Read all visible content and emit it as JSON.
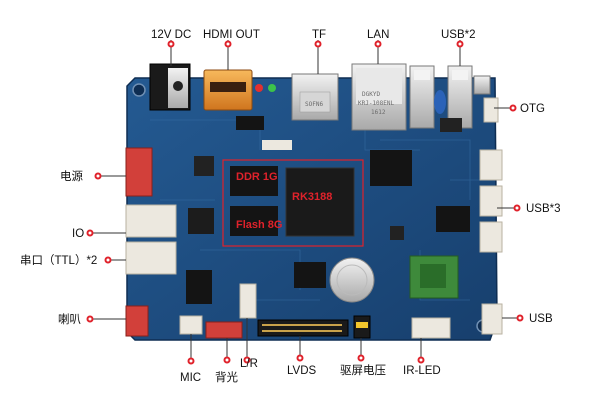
{
  "labels": {
    "dc": "12V DC",
    "hdmi": "HDMI OUT",
    "tf": "TF",
    "lan": "LAN",
    "usb2": "USB*2",
    "otg": "OTG",
    "power": "电源",
    "usb3": "USB*3",
    "io": "IO",
    "serial": "串口（TTL）*2",
    "speaker": "喇叭",
    "usb": "USB",
    "mic": "MIC",
    "backlight": "背光",
    "lr": "L/R",
    "lvds": "LVDS",
    "screen_voltage": "驱屏电压",
    "irled": "IR-LED"
  },
  "chips": {
    "ddr": "DDR 1G",
    "cpu": "RK3188",
    "flash": "Flash 8G"
  },
  "markings": {
    "tf_card": "SOFN6",
    "lan_brand": "DGKYD",
    "lan_part": "KRJ-108ENL",
    "lan_code": "1612"
  },
  "colors": {
    "board": "#1d4f82",
    "marker": "#e0222b",
    "connector_red": "#d2403a",
    "connector_white": "#ece8df"
  }
}
